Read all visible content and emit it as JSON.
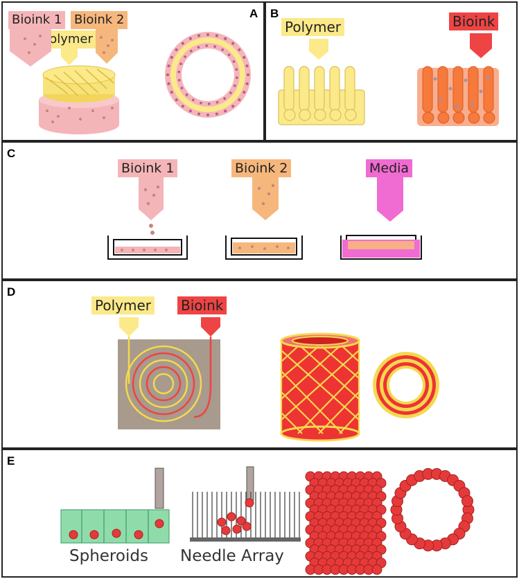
{
  "panels": {
    "a": {
      "letter": "A",
      "labels": {
        "bioink1": "Bioink 1",
        "bioink2": "Bioink 2",
        "polymer": "Polymer"
      }
    },
    "b": {
      "letter": "B",
      "labels": {
        "polymer": "Polymer",
        "bioink": "Bioink"
      }
    },
    "c": {
      "letter": "C",
      "labels": {
        "bioink1": "Bioink 1",
        "bioink2": "Bioink 2",
        "media": "Media"
      }
    },
    "d": {
      "letter": "D",
      "labels": {
        "polymer": "Polymer",
        "bioink": "Bioink"
      }
    },
    "e": {
      "letter": "E",
      "captions": {
        "spheroids": "Spheroids",
        "needle_array": "Needle Array"
      }
    }
  },
  "colors": {
    "pink_bioink": "#f4b5b8",
    "orange_bioink": "#f6b77d",
    "polymer_yellow": "#fbe98a",
    "red_bioink": "#ee4444",
    "media_magenta": "#f06bd2",
    "spheroid_red": "#e63a3a",
    "sheet_green": "#8fdcaa",
    "substrate_taupe": "#a89a8c"
  }
}
